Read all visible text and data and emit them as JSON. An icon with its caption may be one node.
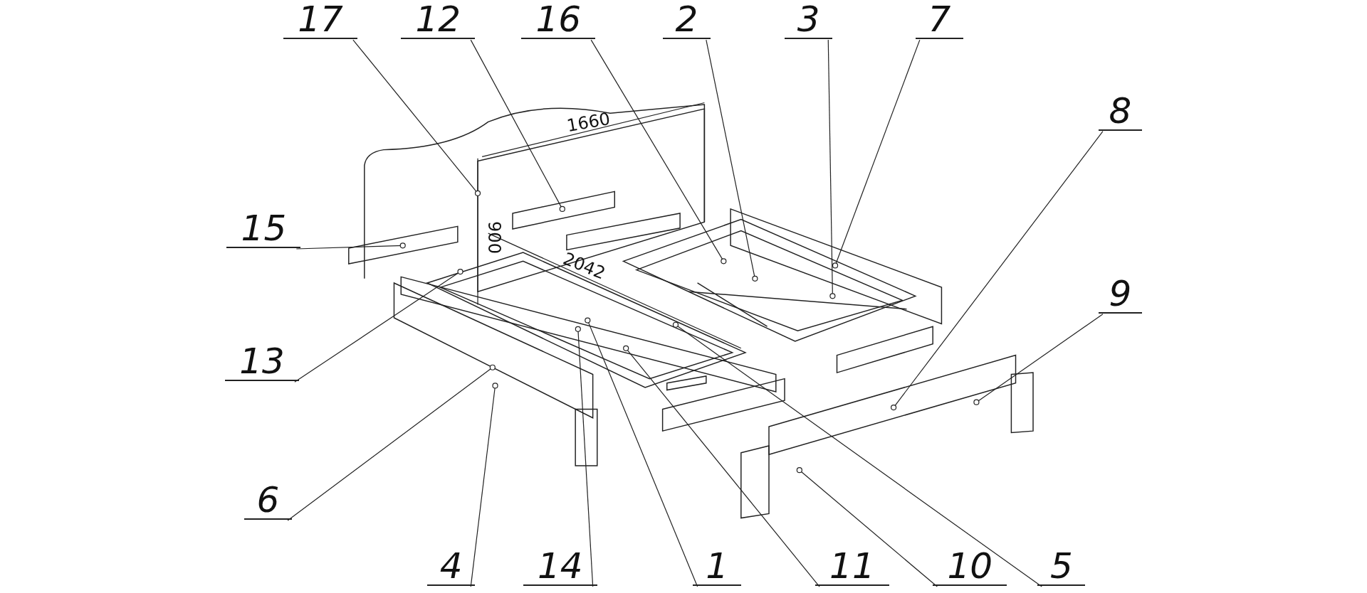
{
  "diagram": {
    "nodes": [
      {
        "text": [
          "17"
        ]
      },
      {
        "text": [
          "12"
        ]
      },
      {
        "text": [
          "16"
        ]
      },
      {
        "text": [
          "2"
        ]
      },
      {
        "text": [
          "3"
        ]
      },
      {
        "text": [
          "7"
        ]
      },
      {
        "text": [
          "8"
        ]
      },
      {
        "text": [
          "15"
        ]
      },
      {
        "text": [
          "9"
        ]
      },
      {
        "text": [
          "13"
        ]
      },
      {
        "text": [
          "6"
        ]
      },
      {
        "text": [
          "4"
        ]
      },
      {
        "text": [
          "14"
        ]
      },
      {
        "text": [
          "1"
        ]
      },
      {
        "text": [
          "11"
        ]
      },
      {
        "text": [
          "10"
        ]
      },
      {
        "text": [
          "5"
        ]
      }
    ],
    "edges": [
      {
        "from": 0,
        "to": null,
        "arrow": "other"
      },
      {
        "from": 1,
        "to": null,
        "arrow": "other"
      },
      {
        "from": 2,
        "to": null,
        "arrow": "other"
      },
      {
        "from": 3,
        "to": null,
        "arrow": "other"
      },
      {
        "from": 4,
        "to": null,
        "arrow": "other"
      },
      {
        "from": 5,
        "to": null,
        "arrow": "other"
      },
      {
        "from": 6,
        "to": null,
        "arrow": "other"
      },
      {
        "from": 7,
        "to": null,
        "arrow": "other"
      },
      {
        "from": 8,
        "to": null,
        "arrow": "other"
      },
      {
        "from": 9,
        "to": null,
        "arrow": "other"
      },
      {
        "from": 10,
        "to": null,
        "arrow": "other"
      },
      {
        "from": 11,
        "to": null,
        "arrow": "other"
      },
      {
        "from": 12,
        "to": null,
        "arrow": "other"
      },
      {
        "from": 13,
        "to": null,
        "arrow": "other"
      },
      {
        "from": 14,
        "to": null,
        "arrow": "other"
      },
      {
        "from": 15,
        "to": null,
        "arrow": "other"
      },
      {
        "from": 16,
        "to": null,
        "arrow": "other"
      }
    ],
    "labels": [
      "1660",
      "900",
      "2042"
    ]
  }
}
